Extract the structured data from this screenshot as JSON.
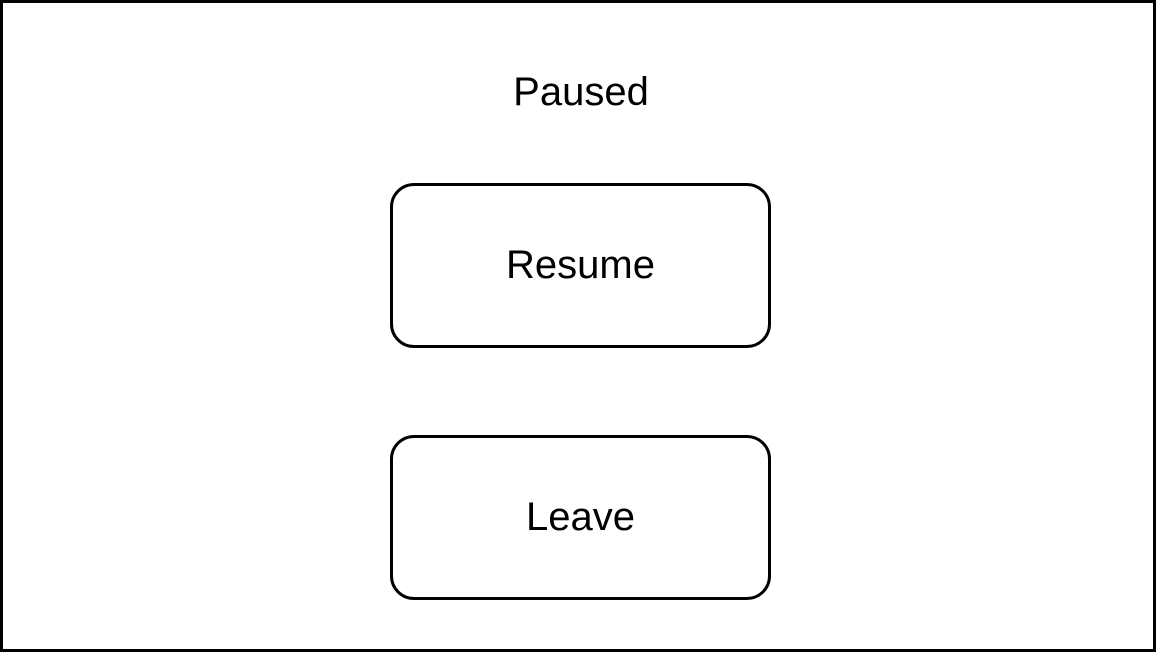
{
  "pause_menu": {
    "title": "Paused",
    "resume_label": "Resume",
    "leave_label": "Leave"
  },
  "colors": {
    "background": "#ffffff",
    "border": "#000000",
    "text": "#000000"
  }
}
